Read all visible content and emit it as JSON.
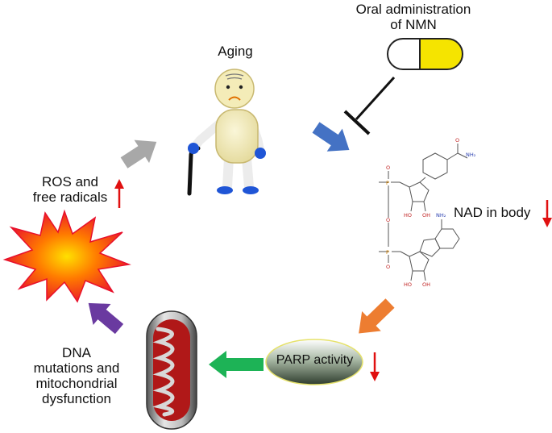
{
  "labels": {
    "oral": [
      "Oral administration",
      "of NMN"
    ],
    "aging": "Aging",
    "ros": [
      "ROS and",
      "free radicals"
    ],
    "nad": "NAD in body",
    "parp": "PARP activity",
    "dna": [
      "DNA",
      "mutations and",
      "mitochondrial",
      "dysfunction"
    ]
  },
  "molecule_atoms": {
    "nh2_top": "NH₂",
    "nh2_bottom": "NH₂",
    "ho": "HO",
    "oh": "OH",
    "o": "O",
    "p": "P"
  },
  "colors": {
    "cycle_arrow_gray": "#a8a8a8",
    "cycle_arrow_blue": "#4472c4",
    "cycle_arrow_orange": "#ed7d31",
    "cycle_arrow_green": "#1db356",
    "cycle_arrow_purple": "#6a3aa0",
    "indicator_red": "#e01010",
    "capsule_yellow": "#f5e400",
    "starburst_red": "#e8102b",
    "mitochondrion_red": "#b01818"
  }
}
